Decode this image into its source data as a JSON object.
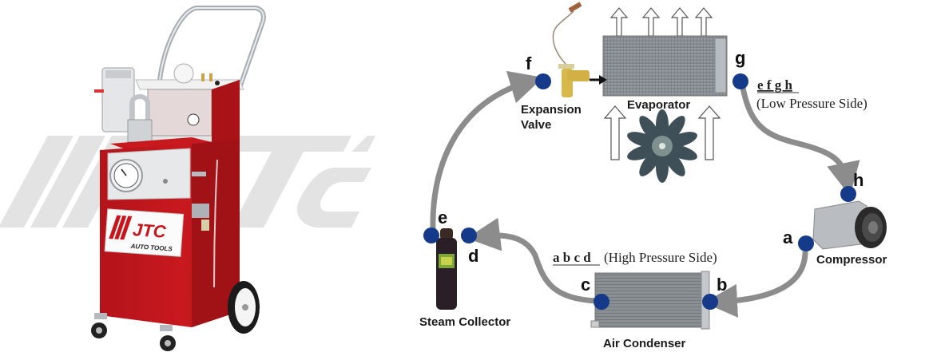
{
  "product": {
    "logo_watermark": "JTC",
    "badge_brand": "JTC",
    "badge_subtitle": "AUTO TOOLS",
    "colors": {
      "body": "#c0181c",
      "watermark": "#e3e3e3",
      "badge_text": "#c8151b"
    }
  },
  "diagram": {
    "colors": {
      "node": "#163a8a",
      "arrow": "#8c8c8c",
      "text": "#1a1a1a"
    },
    "components": {
      "expansion_valve_line1": "Expansion",
      "expansion_valve_line2": "Valve",
      "evaporator": "Evaporator",
      "compressor": "Compressor",
      "air_condenser": "Air Condenser",
      "steam_collector": "Steam Collector"
    },
    "nodes": {
      "a": "a",
      "b": "b",
      "c": "c",
      "d": "d",
      "e": "e",
      "f": "f",
      "g": "g",
      "h": "h"
    },
    "low_pressure": {
      "letters": "e f g h",
      "label": "(Low Pressure Side)"
    },
    "high_pressure": {
      "letters": "a b c d",
      "label": "(High Pressure Side)"
    }
  }
}
